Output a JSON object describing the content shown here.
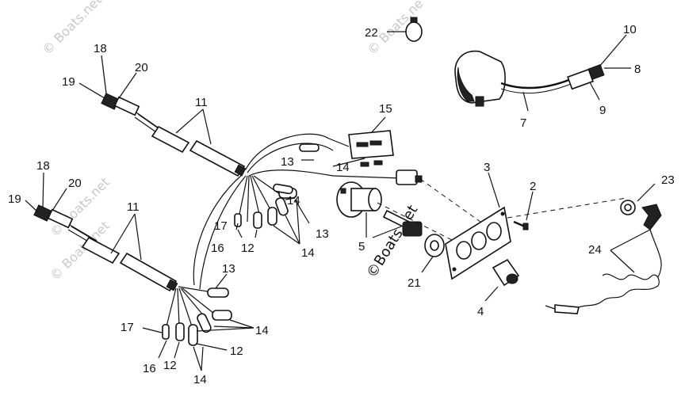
{
  "watermarks": {
    "wm_top_left": "© Boats.net",
    "wm_top_mid": "© Boats.ne",
    "wm_left_mid": "© Boats.net",
    "wm_left_low": "© Boats.net",
    "wm_center": "©Boats.net"
  },
  "callouts": {
    "c1": "18",
    "c2": "20",
    "c3": "19",
    "c4": "11",
    "c5": "15",
    "c6": "13",
    "c7": "14",
    "c8": "14",
    "c9": "17",
    "c10": "16",
    "c11": "12",
    "c12": "13",
    "c13": "14",
    "c14": "5",
    "c15": "22",
    "c16": "10",
    "c17": "8",
    "c18": "7",
    "c19": "9",
    "c20": "3",
    "c21": "2",
    "c22": "21",
    "c23": "4",
    "c24": "23",
    "c25": "24",
    "c26": "18",
    "c27": "20",
    "c28": "19",
    "c29": "11",
    "c30": "13",
    "c31": "14",
    "c32": "17",
    "c33": "16",
    "c34": "12",
    "c35": "12",
    "c36": "14"
  }
}
